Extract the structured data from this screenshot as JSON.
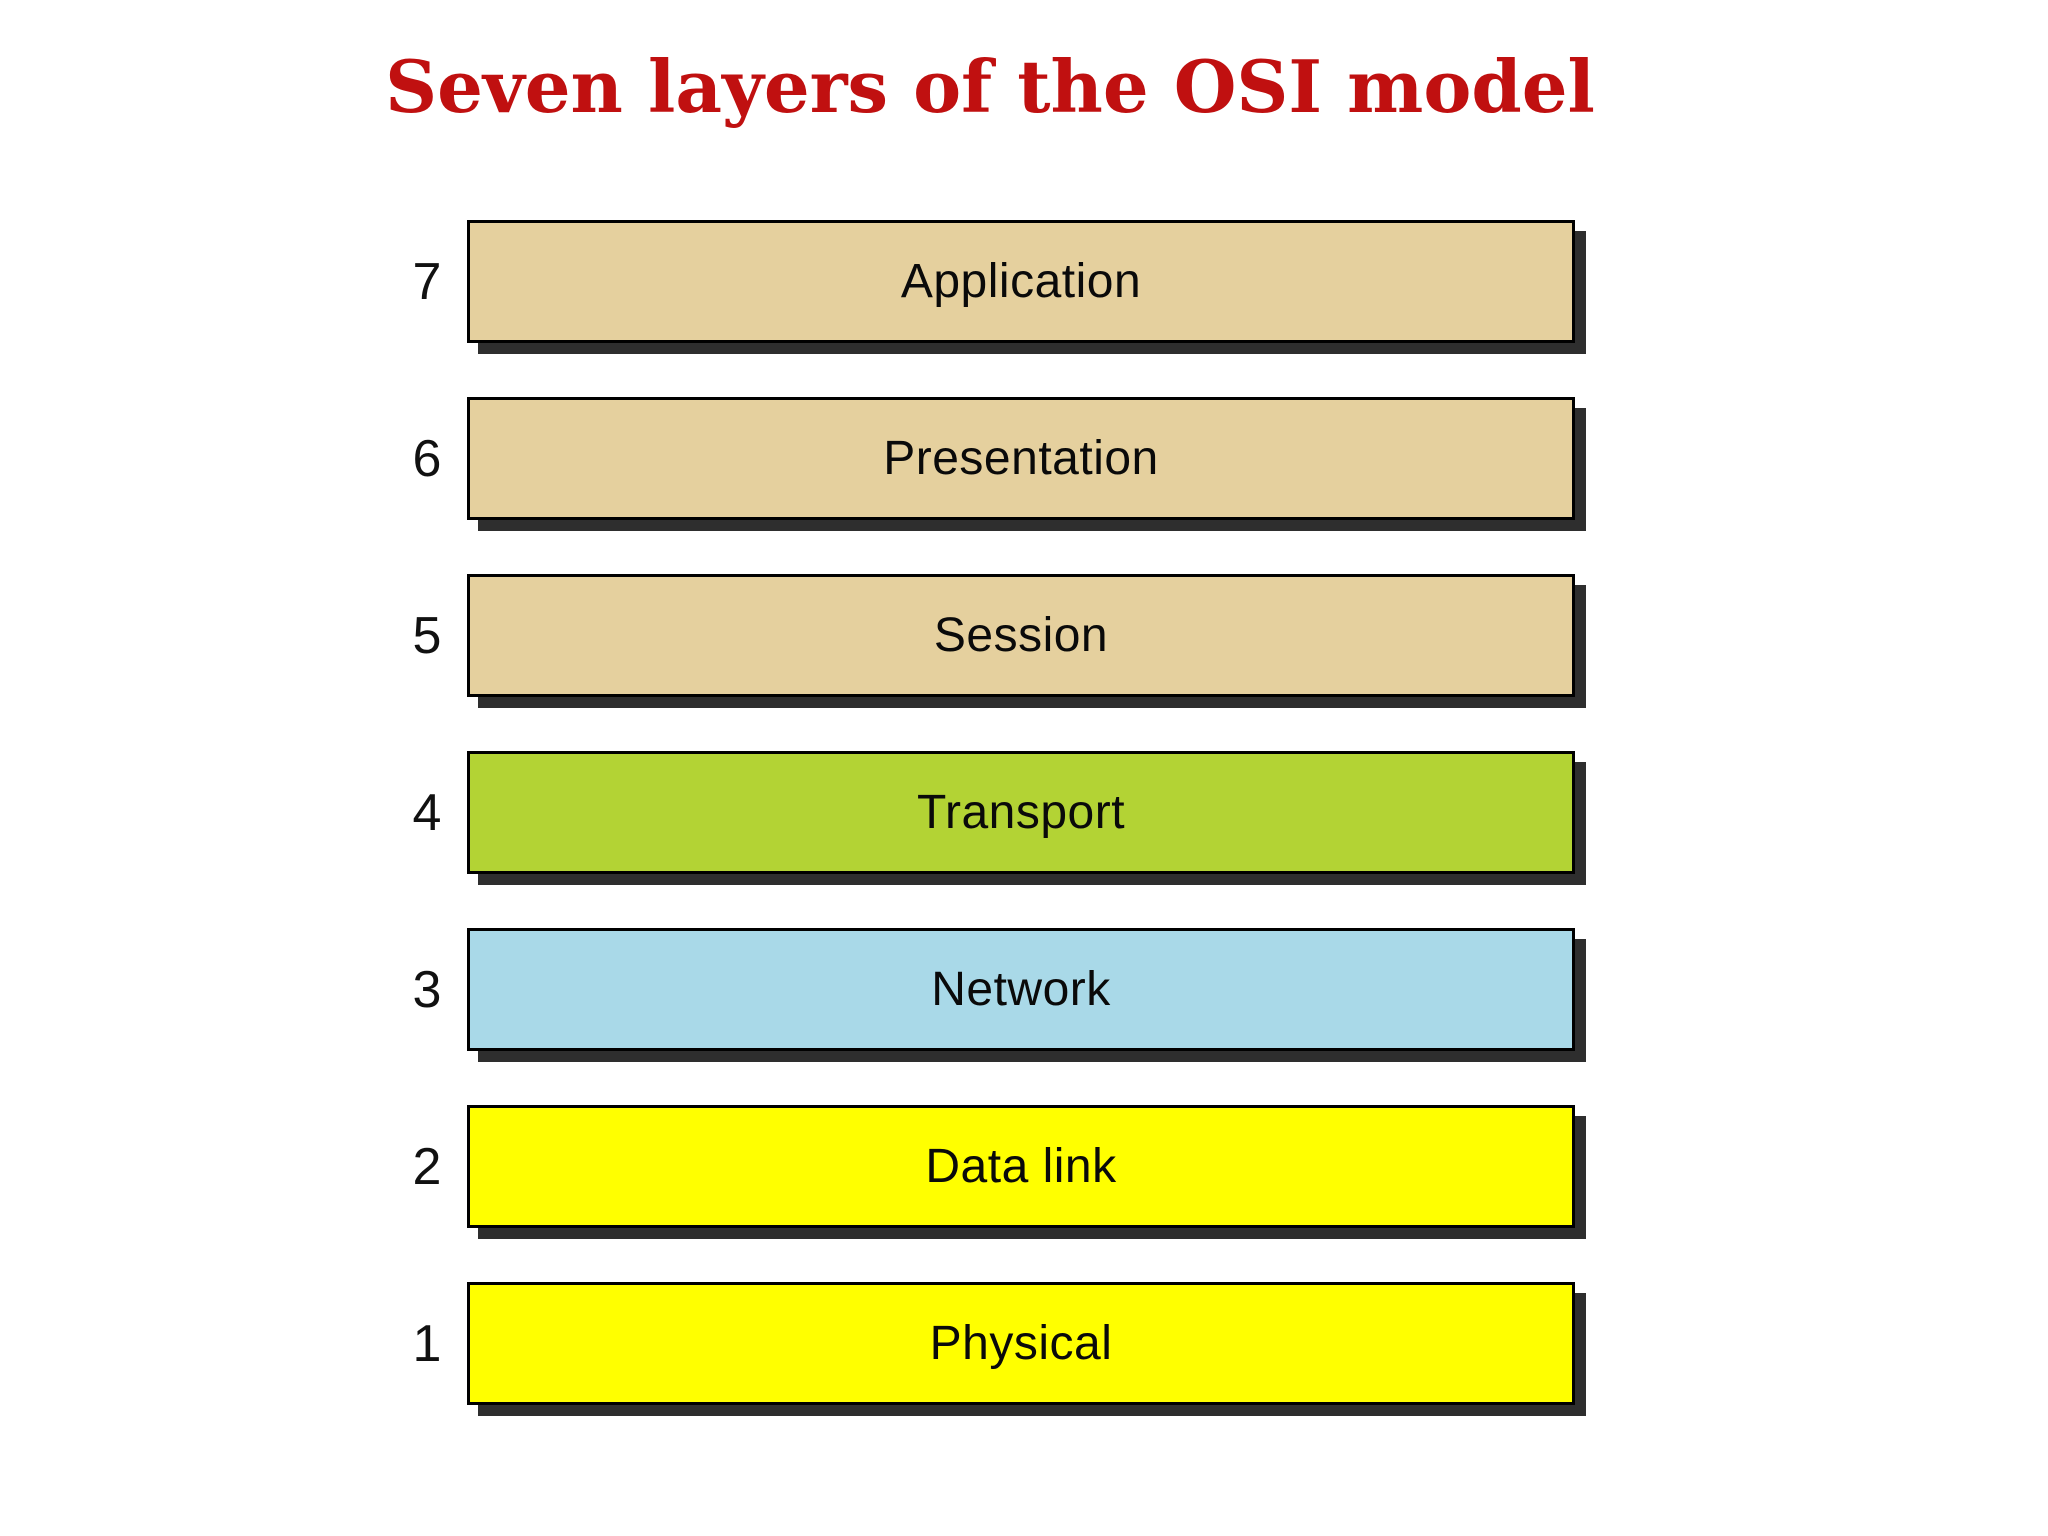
{
  "title": {
    "text": "Seven layers of the OSI model",
    "color": "#c01010"
  },
  "layers": [
    {
      "number": "7",
      "label": "Application",
      "color": "#e5d09e"
    },
    {
      "number": "6",
      "label": "Presentation",
      "color": "#e5d09e"
    },
    {
      "number": "5",
      "label": "Session",
      "color": "#e5d09e"
    },
    {
      "number": "4",
      "label": "Transport",
      "color": "#b3d334"
    },
    {
      "number": "3",
      "label": "Network",
      "color": "#a9d9e8"
    },
    {
      "number": "2",
      "label": "Data link",
      "color": "#ffff00"
    },
    {
      "number": "1",
      "label": "Physical",
      "color": "#ffff00"
    }
  ],
  "styles": {
    "background": "#ffffff",
    "bar_border": "#000000",
    "bar_shadow": "#2e2e2e",
    "number_color": "#111111",
    "label_color": "#0a0a0a"
  }
}
